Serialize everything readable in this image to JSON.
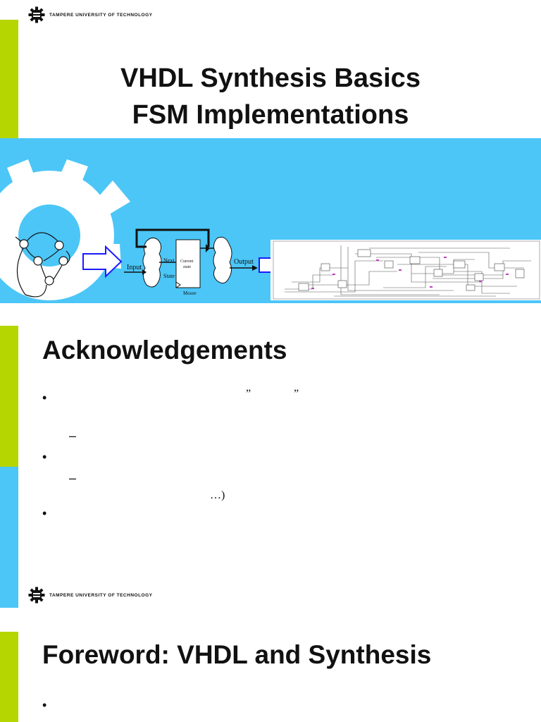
{
  "slide1": {
    "logo_text": "TAMPERE UNIVERSITY OF TECHNOLOGY",
    "title_line1": "VHDL Synthesis Basics",
    "title_line2": "FSM Implementations",
    "diagram": {
      "label_input": "Input",
      "label_next_state_1": "Next",
      "label_next_state_2": "State",
      "label_current_state_1": "Current",
      "label_current_state_2": "state",
      "label_moore": "Moore",
      "label_output": "Output"
    },
    "colors": {
      "accent_green": "#b5d600",
      "accent_cyan": "#4bc6f7",
      "arrow_blue": "#1a1aff"
    }
  },
  "slide2": {
    "heading": "Acknowledgements",
    "bullets": [
      "•",
      "•",
      "•"
    ],
    "dashes": [
      "–",
      "–"
    ],
    "fragments": {
      "quote_open": "”",
      "quote_close": "”",
      "ellipsis": "…)"
    }
  },
  "slide3": {
    "logo_text": "TAMPERE UNIVERSITY OF TECHNOLOGY",
    "heading": "Foreword: VHDL and Synthesis",
    "bullets": [
      "•"
    ]
  }
}
